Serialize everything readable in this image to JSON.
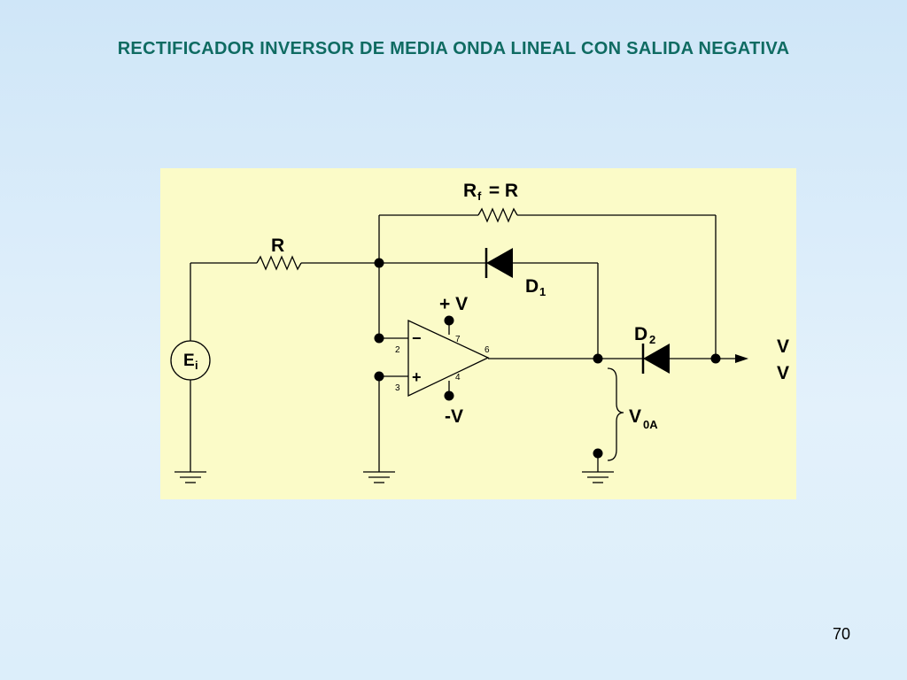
{
  "slide": {
    "title": "RECTIFICADOR INVERSOR DE MEDIA ONDA LINEAL CON SALIDA NEGATIVA",
    "page_number": "70"
  },
  "circuit": {
    "labels": {
      "rf_main": "R",
      "rf_sub": "f",
      "rf_rest": " = R",
      "r_input": "R",
      "d1_main": "D",
      "d1_sub": "1",
      "d2_main": "D",
      "d2_sub": "2",
      "vplus": "+ V",
      "vminus": "-V",
      "source_main": "E",
      "source_sub": "i",
      "v0a_main": "V",
      "v0a_sub": "0A",
      "vo1": "V",
      "vo2": "V",
      "opamp_minus": "−",
      "opamp_plus": "+"
    },
    "pins": {
      "inv": "2",
      "noninv": "3",
      "vpos": "7",
      "vneg": "4",
      "out": "6"
    }
  }
}
